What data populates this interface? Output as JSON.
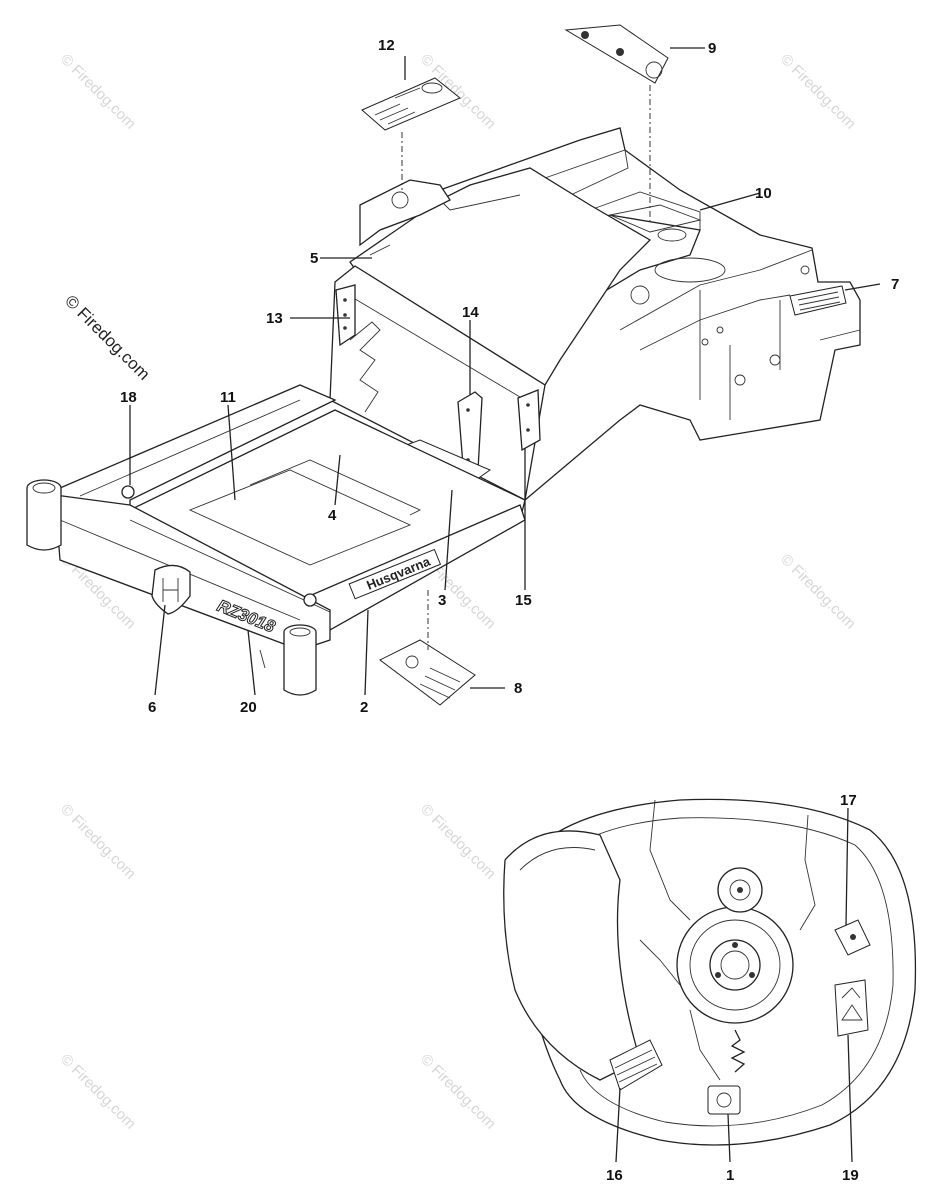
{
  "watermark": {
    "main": "© Firedog.com",
    "repeat": "© Firedog.com"
  },
  "frame": {
    "brand_logo_text": "Husqvarna",
    "model_badge_text": "RZ3018"
  },
  "callouts": {
    "c1": "1",
    "c2": "2",
    "c3": "3",
    "c4": "4",
    "c5": "5",
    "c6": "6",
    "c7": "7",
    "c8": "8",
    "c9": "9",
    "c10": "10",
    "c11": "11",
    "c12": "12",
    "c13": "13",
    "c14": "14",
    "c15": "15",
    "c16": "16",
    "c17": "17",
    "c18": "18",
    "c19": "19",
    "c20": "20"
  }
}
